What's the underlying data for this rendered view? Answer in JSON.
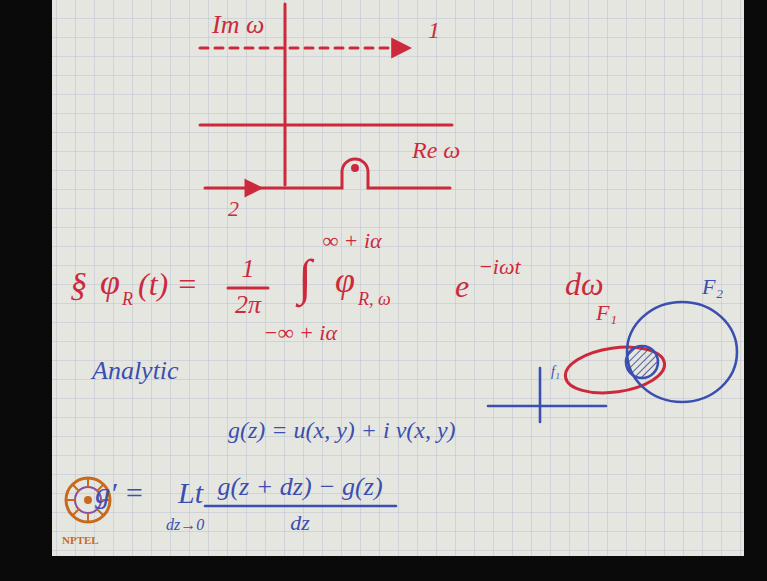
{
  "diagram": {
    "labels": [
      "Im ω",
      "1",
      "Re ω",
      "2",
      "§",
      "φ",
      "R",
      "(t) =",
      "1",
      "2π",
      "∞ + iα",
      "∫",
      "φ",
      "R, ω",
      "e",
      "−iωt",
      "dω",
      "−∞ + iα",
      "Analytic",
      "g(z) = u(x, y) + i v(x, y)",
      "g′ =",
      "Lt",
      "dz→0",
      "g(z + dz) − g(z)",
      "dz",
      "F₁",
      "F₂",
      "f₁",
      "NPTEL"
    ]
  }
}
